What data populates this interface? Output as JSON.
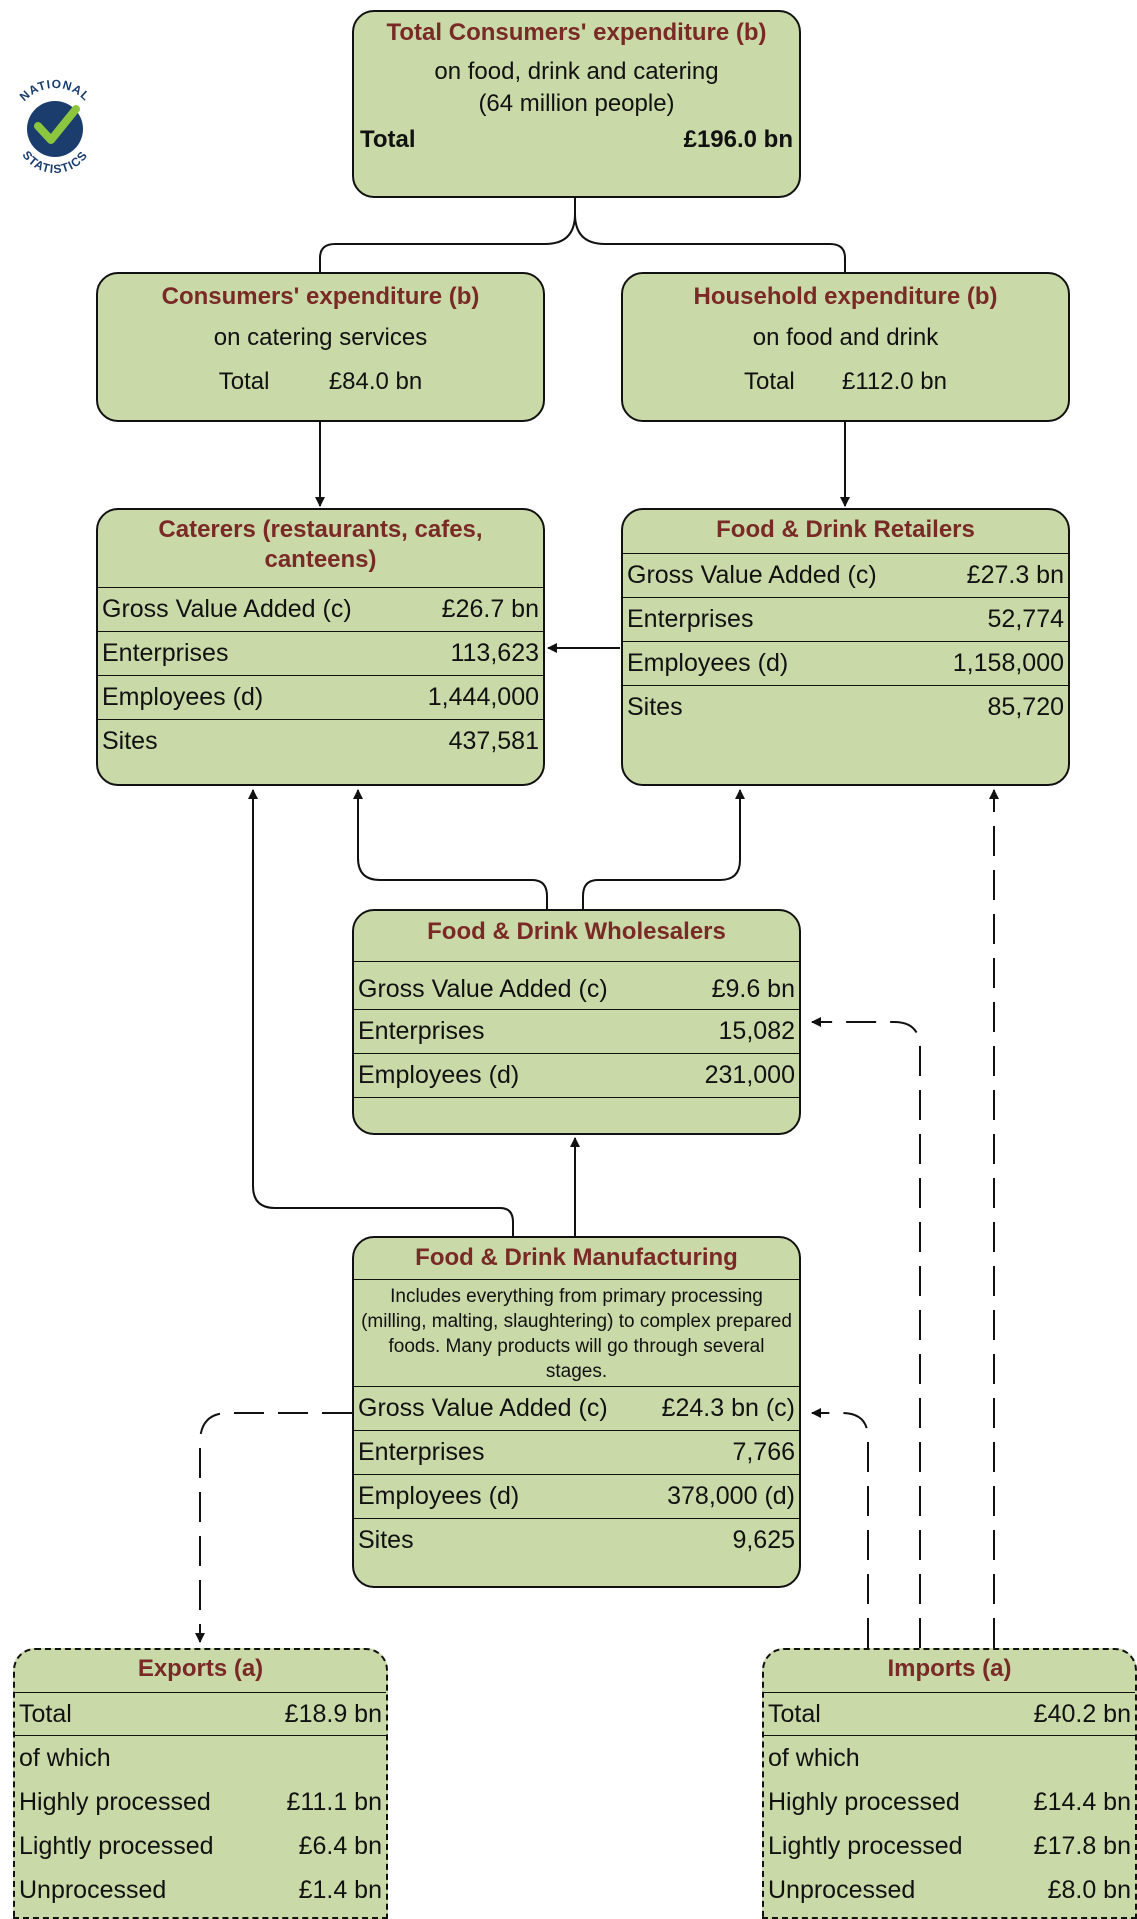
{
  "top": {
    "title": "Total Consumers' expenditure (b)",
    "line1": "on food, drink and catering",
    "line2": "(64 million people)",
    "total_label": "Total",
    "total_value": "£196.0 bn"
  },
  "catering_exp": {
    "title": "Consumers' expenditure (b)",
    "line1": "on catering services",
    "total_label": "Total",
    "total_value": "£84.0 bn"
  },
  "household_exp": {
    "title": "Household expenditure (b)",
    "line1": "on food and drink",
    "total_label": "Total",
    "total_value": "£112.0 bn"
  },
  "caterers": {
    "title": "Caterers (restaurants, cafes, canteens)",
    "rows": [
      {
        "label": "Gross Value Added (c)",
        "value": "£26.7 bn"
      },
      {
        "label": "Enterprises",
        "value": "113,623"
      },
      {
        "label": "Employees (d)",
        "value": "1,444,000"
      },
      {
        "label": "Sites",
        "value": "437,581"
      }
    ]
  },
  "retailers": {
    "title": "Food & Drink Retailers",
    "rows": [
      {
        "label": "Gross Value Added (c)",
        "value": "£27.3 bn"
      },
      {
        "label": "Enterprises",
        "value": "52,774"
      },
      {
        "label": "Employees (d)",
        "value": "1,158,000"
      },
      {
        "label": "Sites",
        "value": "85,720"
      }
    ]
  },
  "wholesalers": {
    "title": "Food & Drink Wholesalers",
    "rows": [
      {
        "label": "Gross Value Added (c)",
        "value": "£9.6 bn"
      },
      {
        "label": "Enterprises",
        "value": "15,082"
      },
      {
        "label": "Employees (d)",
        "value": "231,000"
      }
    ]
  },
  "manufacturing": {
    "title": "Food & Drink Manufacturing",
    "description": "Includes everything from primary processing (milling, malting, slaughtering) to complex prepared foods. Many products will go through several stages.",
    "rows": [
      {
        "label": "Gross Value Added (c)",
        "value": "£24.3 bn (c)"
      },
      {
        "label": "Enterprises",
        "value": "7,766"
      },
      {
        "label": "Employees (d)",
        "value": "378,000 (d)"
      },
      {
        "label": "Sites",
        "value": "9,625"
      }
    ]
  },
  "exports": {
    "title": "Exports (a)",
    "rows": [
      {
        "label": "Total",
        "value": "£18.9 bn"
      },
      {
        "label": "of which",
        "value": ""
      },
      {
        "label": "Highly processed",
        "value": "£11.1 bn"
      },
      {
        "label": "Lightly processed",
        "value": "£6.4 bn"
      },
      {
        "label": "Unprocessed",
        "value": "£1.4 bn"
      }
    ]
  },
  "imports": {
    "title": "Imports (a)",
    "rows": [
      {
        "label": "Total",
        "value": "£40.2 bn"
      },
      {
        "label": "of which",
        "value": ""
      },
      {
        "label": "Highly processed",
        "value": "£14.4 bn"
      },
      {
        "label": "Lightly processed",
        "value": "£17.8 bn"
      },
      {
        "label": "Unprocessed",
        "value": "£8.0 bn"
      }
    ]
  },
  "logo": {
    "text": "NATIONAL STATISTICS",
    "icon": "national-statistics-logo"
  },
  "colors": {
    "box_fill": "#cad9a8",
    "title_text": "#7a2a26",
    "logo_blue": "#1b3d6e",
    "logo_green": "#8cc63f"
  }
}
